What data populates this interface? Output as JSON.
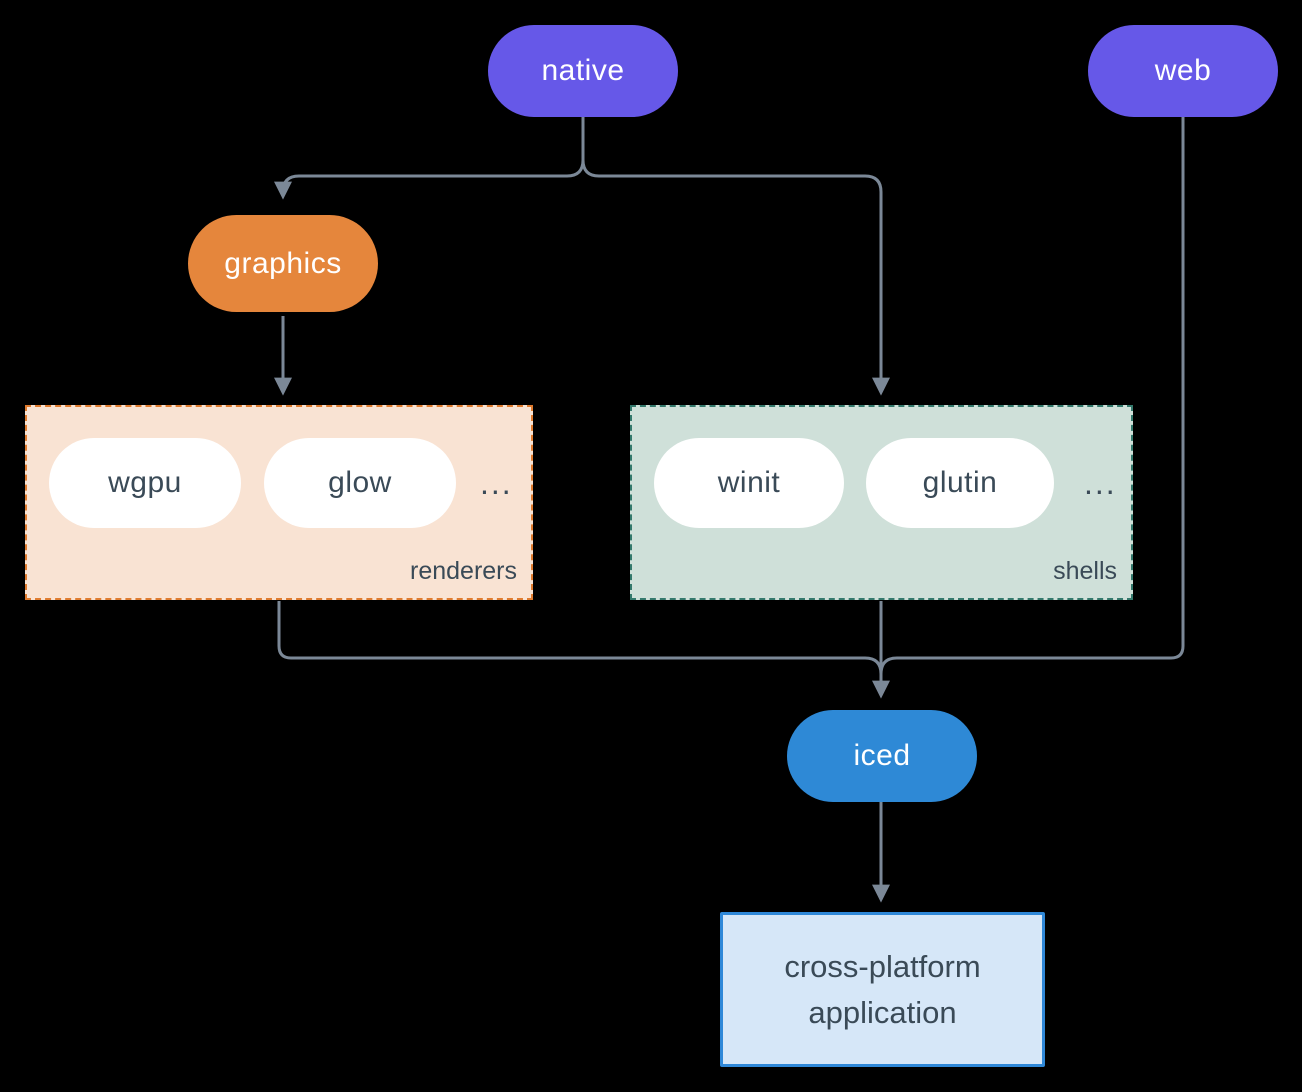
{
  "diagram": {
    "nodes": {
      "native": {
        "label": "native"
      },
      "web": {
        "label": "web"
      },
      "graphics": {
        "label": "graphics"
      },
      "iced": {
        "label": "iced"
      },
      "application": {
        "label_line1": "cross-platform",
        "label_line2": "application"
      }
    },
    "groups": {
      "renderers": {
        "label": "renderers",
        "items": [
          "wgpu",
          "glow"
        ],
        "ellipsis": "..."
      },
      "shells": {
        "label": "shells",
        "items": [
          "winit",
          "glutin"
        ],
        "ellipsis": "..."
      }
    },
    "colors": {
      "background": "#000000",
      "purple": "#6658e8",
      "orange": "#e5863c",
      "blue": "#2e89d6",
      "renderers_bg": "#f9e3d3",
      "renderers_border": "#df7b2e",
      "shells_bg": "#cfe0d9",
      "shells_border": "#34796c",
      "pill_bg": "#ffffff",
      "dark_text": "#3a4a57",
      "light_text": "#ffffff",
      "line": "#7b8897",
      "app_bg": "#d6e7f8",
      "app_border": "#2f88d8"
    }
  }
}
